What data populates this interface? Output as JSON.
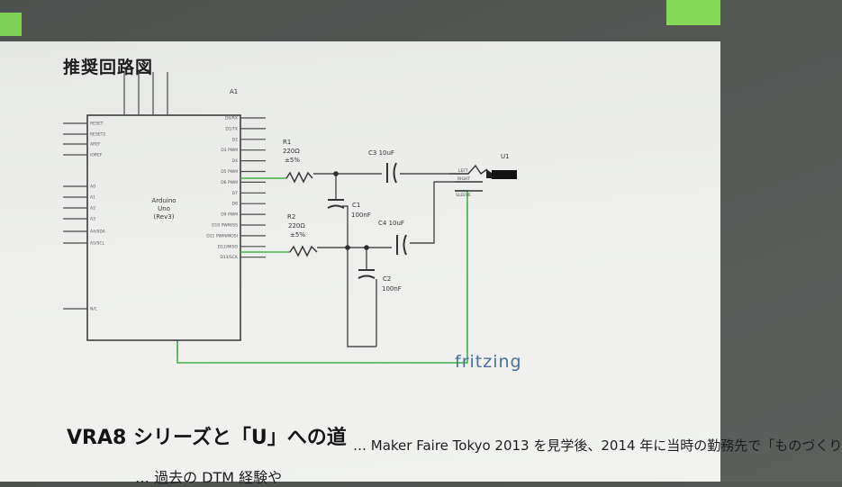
{
  "heading": "推奨回路図",
  "board": {
    "ref": "A1",
    "name_line1": "Arduino",
    "name_line2": "Uno",
    "name_line3": "(Rev3)",
    "left_pins": [
      "RESET",
      "RESET2",
      "AREF",
      "IOREF",
      "A0",
      "A1",
      "A2",
      "A3",
      "A4/SDA",
      "A5/SCL",
      "N/C"
    ],
    "right_pins": [
      "D0/RX",
      "D1/TX",
      "D2",
      "D3 PWM",
      "D4",
      "D5 PWM",
      "D6 PWM",
      "D7",
      "D8",
      "D9 PWM",
      "D10 PWM/SS",
      "D11 PWM/MOSI",
      "D12/MISO",
      "D13/SCK"
    ]
  },
  "components": {
    "r1": {
      "ref": "R1",
      "value": "220Ω",
      "tolerance": "±5%"
    },
    "r2": {
      "ref": "R2",
      "value": "220Ω",
      "tolerance": "±5%"
    },
    "c1": {
      "ref": "C1",
      "value": "100nF"
    },
    "c2": {
      "ref": "C2",
      "value": "100nF"
    },
    "c3": {
      "ref": "C3",
      "label": "C3 10uF"
    },
    "c4": {
      "ref": "C4",
      "label": "C4 10uF"
    },
    "u1": {
      "ref": "U1",
      "pin_left": "LEFT",
      "pin_right": "RIGHT",
      "pin_sleeve": "SLEEVE"
    }
  },
  "logo": "fritzing",
  "section_title": "VRA8 シリーズと「U」への道",
  "body_line1": "… Maker Faire Tokyo 2013 を見学後、2014 年に当時の勤務先で「ものづくり",
  "body_line2": "… 過去の DTM 経験や",
  "colors": {
    "wire": "#4a4a4a",
    "net": "#43b049",
    "paper": "#eeefed",
    "logo": "#4d6f9c"
  }
}
